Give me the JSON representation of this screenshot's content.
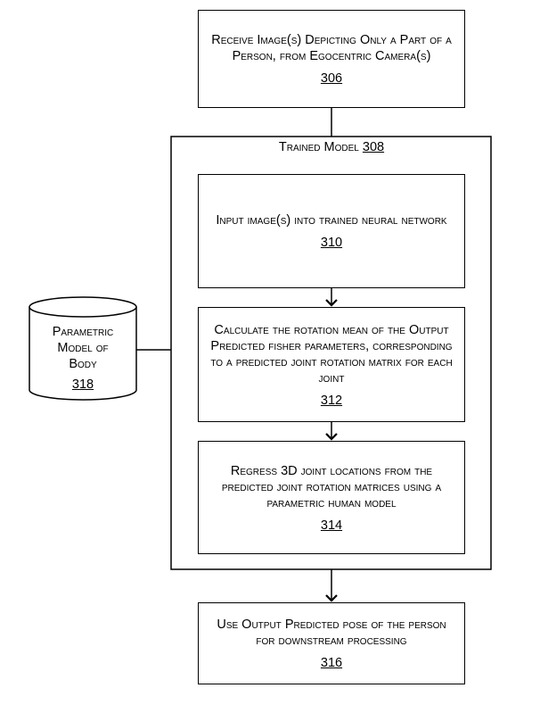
{
  "steps": {
    "s306": {
      "text": "Receive Image(s) Depicting Only a Part of a Person, from Egocentric Camera(s)",
      "ref": "306"
    },
    "s310": {
      "text": "Input image(s) into trained neural network",
      "ref": "310"
    },
    "s312": {
      "text": "Calculate the rotation mean of the Output Predicted fisher parameters, corresponding to a predicted joint rotation matrix for each joint",
      "ref": "312"
    },
    "s314": {
      "text": "Regress 3D joint locations from the predicted joint rotation matrices using a parametric human model",
      "ref": "314"
    },
    "s316": {
      "text": "Use Output Predicted pose of the person for downstream processing",
      "ref": "316"
    }
  },
  "trained_model": {
    "label": "Trained Model",
    "ref": "308"
  },
  "database": {
    "line1": "Parametric",
    "line2": "Model of",
    "line3": "Body",
    "ref": "318"
  }
}
